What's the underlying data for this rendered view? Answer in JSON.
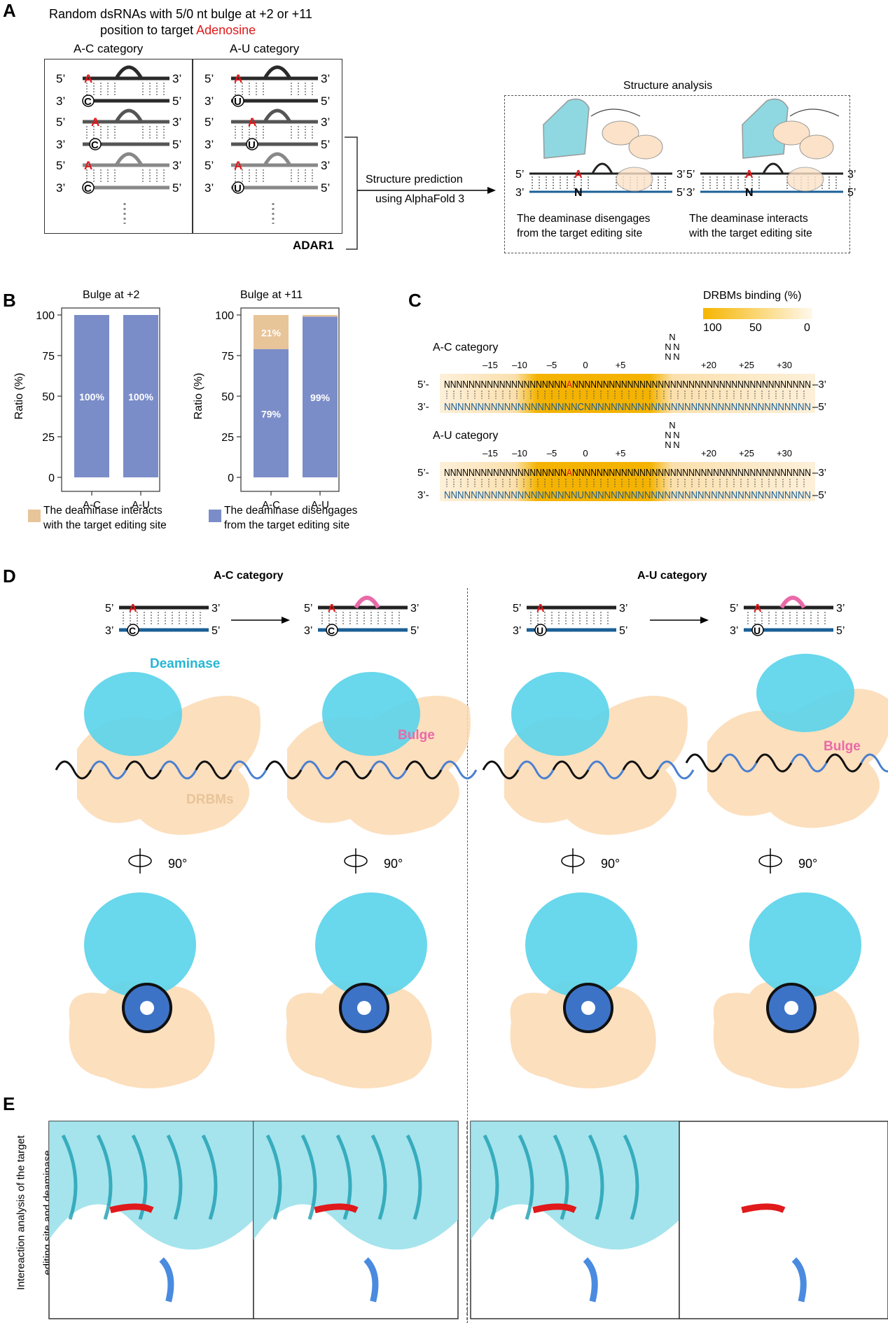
{
  "panels": {
    "a": "A",
    "b": "B",
    "c": "C",
    "d": "D",
    "e": "E"
  },
  "panel_a": {
    "title_line1": "Random dsRNAs with 5/0 nt bulge at  +2 or +11",
    "title_line2_prefix": "position to target ",
    "title_line2_highlight": "Adenosine",
    "col_ac": "A-C category",
    "col_au": "A-U category",
    "adar1": "ADAR1",
    "arrow_top": "Structure prediction",
    "arrow_bottom": "using AlphaFold 3",
    "analysis_title": "Structure analysis",
    "left_caption_1": "The deaminase disengages",
    "left_caption_2": "from the target editing site",
    "right_caption_1": "The deaminase interacts",
    "right_caption_2": "with the target editing site",
    "five": "5’",
    "three": "3’",
    "A": "A",
    "C": "C",
    "U": "U",
    "N": "N"
  },
  "panel_b": {
    "legend_interacts_1": "The deaminase interacts",
    "legend_interacts_2": "with the target editing site",
    "legend_disengages_1": "The deaminase disengages",
    "legend_disengages_2": "from the target editing site",
    "colors": {
      "interacts": "#e8c499",
      "disengages": "#7b8dc8"
    }
  },
  "chart_data": [
    {
      "type": "bar",
      "title": "Bulge at +2",
      "ylabel": "Ratio (%)",
      "ylim": [
        0,
        100
      ],
      "yticks": [
        0,
        25,
        50,
        75,
        100
      ],
      "categories": [
        "A-C",
        "A-U"
      ],
      "series": [
        {
          "name": "The deaminase disengages from the target editing site",
          "values": [
            100,
            100
          ],
          "labels": [
            "100%",
            "100%"
          ]
        },
        {
          "name": "The deaminase interacts with the target editing site",
          "values": [
            0,
            0
          ],
          "labels": [
            "",
            ""
          ]
        }
      ]
    },
    {
      "type": "bar",
      "title": "Bulge at +11",
      "ylabel": "Ratio (%)",
      "ylim": [
        0,
        100
      ],
      "yticks": [
        0,
        25,
        50,
        75,
        100
      ],
      "categories": [
        "A-C",
        "A-U"
      ],
      "series": [
        {
          "name": "The deaminase disengages from the target editing site",
          "values": [
            79,
            99
          ],
          "labels": [
            "79%",
            "99%"
          ]
        },
        {
          "name": "The deaminase interacts with the target editing site",
          "values": [
            21,
            1
          ],
          "labels": [
            "21%",
            ""
          ]
        }
      ]
    }
  ],
  "panel_c": {
    "legend_title": "DRBMs binding (%)",
    "legend_ticks": [
      "100",
      "50",
      "0"
    ],
    "ac_label": "A-C category",
    "au_label": "A-U category",
    "positions": [
      "–15",
      "–10",
      "–5",
      "0",
      "+5",
      "+20",
      "+25",
      "+30"
    ],
    "five": "5’-",
    "three": "–3’",
    "three_b": "3’-",
    "five_b": "–5’",
    "ac_top_left": "NNNNNNNNNNNNNNNNNNNN",
    "ac_top_target": "A",
    "ac_top_right": "NNNNNNNNNNNNNNNNNNNNNNNNNNNNNNNNNNNNNNN",
    "ac_bottom": "NNNNNNNNNNNNNNNNNNNNCNNNNNNNNNNNNNNNNNNNNNNNNNNNNNNNNNN",
    "au_bottom": "NNNNNNNNNNNNNNNNNNNNUNNNNNNNNNNNNNNNNNNNNNNNNNNNNNNNNNN",
    "bulge": "N"
  },
  "panel_d": {
    "ac_title": "A-C category",
    "au_title": "A-U category",
    "deaminase": "Deaminase",
    "bulge": "Bulge",
    "drbms": "DRBMs",
    "rotation": "90°"
  },
  "panel_e": {
    "ylabel_1": "Intereaction analysis of the target",
    "ylabel_2": "editing site and deaminase"
  }
}
